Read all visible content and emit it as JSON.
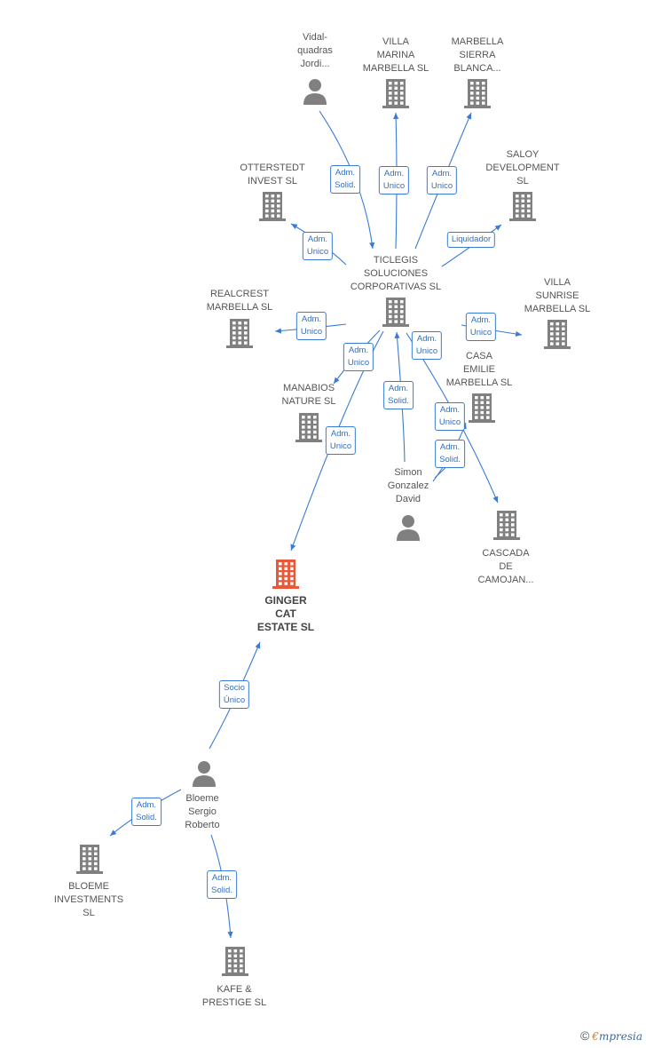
{
  "colors": {
    "building": "#808080",
    "focus": "#e8593a",
    "person": "#808080",
    "edge": "#3a7bd5",
    "tag_text": "#2f6fc4"
  },
  "nodes": [
    {
      "id": "vidal",
      "type": "person",
      "lines": [
        "Vidal-",
        "quadras",
        "Jordi..."
      ]
    },
    {
      "id": "villa_marina",
      "type": "company",
      "lines": [
        "VILLA",
        "MARINA",
        "MARBELLA  SL"
      ]
    },
    {
      "id": "marbella_sierra",
      "type": "company",
      "lines": [
        "MARBELLA",
        "SIERRA",
        "BLANCA..."
      ]
    },
    {
      "id": "otterstedt",
      "type": "company",
      "lines": [
        "OTTERSTEDT",
        "INVEST  SL"
      ]
    },
    {
      "id": "saloy",
      "type": "company",
      "lines": [
        "SALOY",
        "DEVELOPMENT",
        "SL"
      ]
    },
    {
      "id": "ticlegis",
      "type": "company",
      "lines": [
        "TICLEGIS",
        "SOLUCIONES",
        "CORPORATIVAS SL"
      ]
    },
    {
      "id": "realcrest",
      "type": "company",
      "lines": [
        "REALCREST",
        "MARBELLA  SL"
      ]
    },
    {
      "id": "villa_sunrise",
      "type": "company",
      "lines": [
        "VILLA",
        "SUNRISE",
        "MARBELLA  SL"
      ]
    },
    {
      "id": "casa_emilie",
      "type": "company",
      "lines": [
        "CASA",
        "EMILIE",
        "MARBELLA  SL"
      ]
    },
    {
      "id": "manabios",
      "type": "company",
      "lines": [
        "MANABIOS",
        "NATURE SL"
      ]
    },
    {
      "id": "simon",
      "type": "person",
      "lines": [
        "Simon",
        "Gonzalez",
        "David"
      ]
    },
    {
      "id": "cascada",
      "type": "company",
      "lines": [
        "CASCADA",
        "DE",
        "CAMOJAN..."
      ]
    },
    {
      "id": "ginger",
      "type": "company",
      "focus": true,
      "lines": [
        "GINGER",
        "CAT",
        "ESTATE  SL"
      ]
    },
    {
      "id": "bloeme",
      "type": "person",
      "lines": [
        "Bloeme",
        "Sergio",
        "Roberto"
      ]
    },
    {
      "id": "bloeme_inv",
      "type": "company",
      "lines": [
        "BLOEME",
        "INVESTMENTS",
        "SL"
      ]
    },
    {
      "id": "kafe",
      "type": "company",
      "lines": [
        "KAFE &",
        "PRESTIGE SL"
      ]
    }
  ],
  "edges": [
    {
      "from": "vidal",
      "to": "ticlegis",
      "lines": [
        "Adm.",
        "Solid."
      ]
    },
    {
      "from": "ticlegis",
      "to": "villa_marina",
      "lines": [
        "Adm.",
        "Unico"
      ]
    },
    {
      "from": "ticlegis",
      "to": "marbella_sierra",
      "lines": [
        "Adm.",
        "Unico"
      ]
    },
    {
      "from": "ticlegis",
      "to": "otterstedt",
      "lines": [
        "Adm.",
        "Unico"
      ]
    },
    {
      "from": "ticlegis",
      "to": "saloy",
      "lines": [
        "Liquidador"
      ]
    },
    {
      "from": "ticlegis",
      "to": "realcrest",
      "lines": [
        "Adm.",
        "Unico"
      ]
    },
    {
      "from": "ticlegis",
      "to": "villa_sunrise",
      "lines": [
        "Adm.",
        "Unico"
      ]
    },
    {
      "from": "ticlegis",
      "to": "manabios",
      "lines": [
        "Adm.",
        "Unico"
      ]
    },
    {
      "from": "ticlegis",
      "to": "cascada",
      "lines": [
        "Adm.",
        "Unico"
      ]
    },
    {
      "from": "simon",
      "to": "ticlegis",
      "lines": [
        "Adm.",
        "Solid."
      ]
    },
    {
      "from": "ticlegis",
      "to": "ginger",
      "lines": [
        "Adm.",
        "Unico"
      ]
    },
    {
      "from": "simon",
      "to": "casa_emilie",
      "lines": [
        "Adm.",
        "Unico"
      ]
    },
    {
      "from": "simon",
      "to": "casa_emilie",
      "lines": [
        "Adm.",
        "Solid."
      ]
    },
    {
      "from": "bloeme",
      "to": "ginger",
      "lines": [
        "Socio",
        "Único"
      ]
    },
    {
      "from": "bloeme",
      "to": "bloeme_inv",
      "lines": [
        "Adm.",
        "Solid."
      ]
    },
    {
      "from": "bloeme",
      "to": "kafe",
      "lines": [
        "Adm.",
        "Solid."
      ]
    }
  ],
  "brand": {
    "copyright": "©",
    "e": "€",
    "name": "mpresia"
  }
}
